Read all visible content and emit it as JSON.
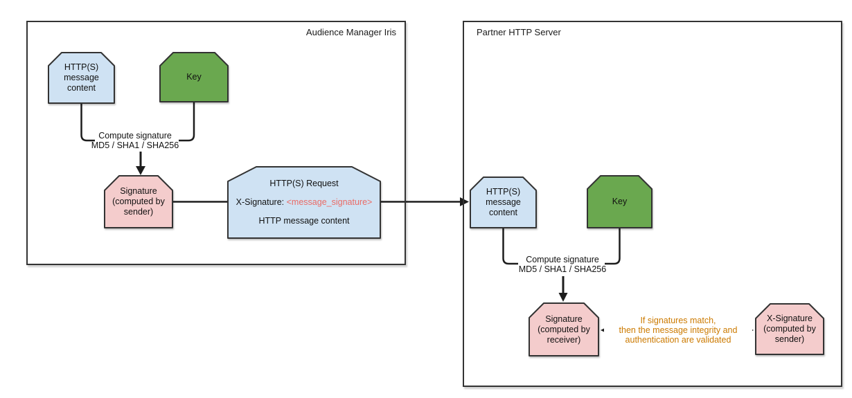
{
  "colors": {
    "node_blue": "#cfe2f3",
    "node_green": "#6aa84f",
    "node_pink": "#f4cccc",
    "border": "#333333",
    "signature_placeholder_red": "#ea6b66",
    "note_orange": "#cc7a00"
  },
  "containers": {
    "sender": {
      "label": "Audience Manager Iris"
    },
    "receiver": {
      "label": "Partner HTTP Server"
    }
  },
  "sender_flow": {
    "message_node": {
      "text": "HTTP(S)\nmessage\ncontent"
    },
    "key_node": {
      "text": "Key"
    },
    "compute_label": {
      "text": "Compute signature\nMD5 / SHA1 / SHA256"
    },
    "signature_node": {
      "text": "Signature\n(computed by\nsender)"
    },
    "request_node": {
      "line1": "HTTP(S) Request",
      "line2_label": "X-Signature: ",
      "line2_value": "<message_signature>",
      "line3": "HTTP message content"
    }
  },
  "receiver_flow": {
    "message_node": {
      "text": "HTTP(S)\nmessage\ncontent"
    },
    "key_node": {
      "text": "Key"
    },
    "compute_label": {
      "text": "Compute signature\nMD5 / SHA1 / SHA256"
    },
    "signature_node": {
      "text": "Signature\n(computed by\nreceiver)"
    },
    "x_signature_node": {
      "text": "X-Signature\n(computed by\nsender)"
    },
    "match_note": {
      "text": "If signatures match,\nthen the message integrity and\nauthentication are validated"
    }
  }
}
